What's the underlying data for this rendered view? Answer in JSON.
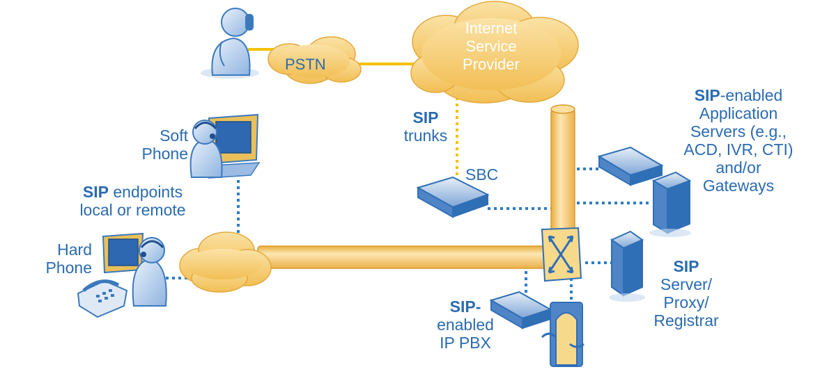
{
  "colors": {
    "accent": "#2a6bb0",
    "cloud": "#f5c96a",
    "pipe": "#f3c25a",
    "link": "#2f7cc4",
    "trunk": "#f2c200"
  },
  "labels": {
    "pstn": "PSTN",
    "isp": [
      "Internet",
      "Service",
      "Provider"
    ],
    "sip_trunks": {
      "bold": "SIP",
      "rest": "trunks"
    },
    "sbc": "SBC",
    "soft_phone": [
      "Soft",
      "Phone"
    ],
    "endpoints": {
      "bold": "SIP",
      "rest": " endpoints",
      "line2": "local or remote"
    },
    "hard_phone": [
      "Hard",
      "Phone"
    ],
    "app_servers": {
      "bold": "SIP",
      "rest": "-enabled",
      "lines": [
        "Application",
        "Servers (e.g.,",
        "ACD, IVR, CTI)",
        "and/or",
        "Gateways"
      ]
    },
    "sip_server": {
      "bold": "SIP",
      "lines": [
        "Server/",
        "Proxy/",
        "Registrar"
      ]
    },
    "ip_pbx": {
      "bold": "SIP",
      "rest": "-",
      "lines": [
        "enabled",
        "IP PBX"
      ]
    }
  },
  "icons": [
    "user-phone-icon",
    "pstn-cloud-icon",
    "isp-cloud-icon",
    "sbc-device-icon",
    "soft-phone-user-icon",
    "hard-phone-user-icon",
    "telephone-icon",
    "lan-cloud-icon",
    "switch-icon",
    "app-server-icon",
    "tower-server-icon",
    "sip-server-icon",
    "ip-pbx-icon",
    "gateway-icon"
  ]
}
